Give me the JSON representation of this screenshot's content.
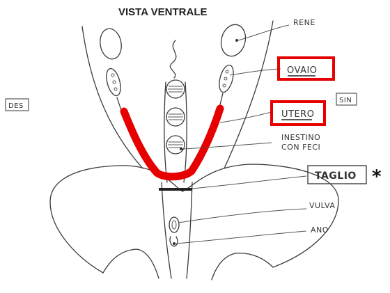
{
  "title": "VISTA VENTRALE",
  "labels": {
    "rene": "RENE",
    "ovaio": "OVAIO",
    "utero": "UTERO",
    "intestino_l1": "INESTINO",
    "intestino_l2": "CON FECI",
    "taglio": "TAGLIO",
    "taglio_mark": "*",
    "vulva": "VULVA",
    "ano": "ANO",
    "des": "DES",
    "sin": "SIN"
  },
  "colors": {
    "highlight": "#e60000",
    "ink": "#3a3a3a",
    "cut": "#222222"
  }
}
